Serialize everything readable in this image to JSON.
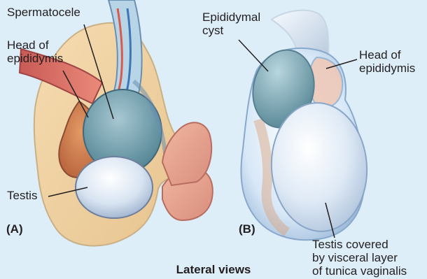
{
  "labels": {
    "spermatocele": "Spermatocele",
    "head_of_epididymis_a": "Head of\nepididymis",
    "testis_a": "Testis",
    "epididymal_cyst": "Epididymal\ncyst",
    "head_of_epididymis_b": "Head of\nepididymis",
    "testis_covered": "Testis covered\nby visceral layer\nof tunica vaginalis"
  },
  "panels": {
    "a": "(A)",
    "b": "(B)"
  },
  "footer": {
    "caption": "Lateral views"
  }
}
